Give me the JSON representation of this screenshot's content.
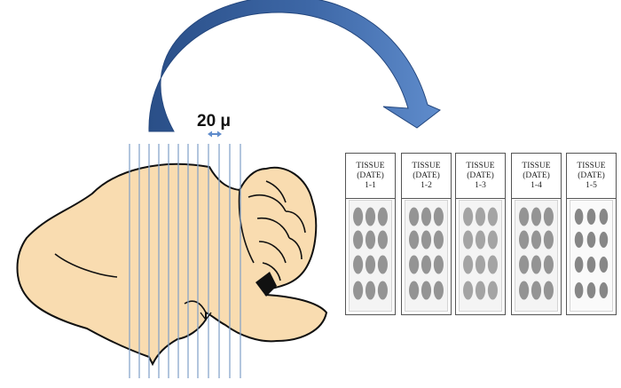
{
  "section_thickness": "20 μ",
  "slides": [
    {
      "line1": "TISSUE",
      "line2": "(DATE)",
      "line3": "1-1"
    },
    {
      "line1": "TISSUE",
      "line2": "(DATE)",
      "line3": "1-2"
    },
    {
      "line1": "TISSUE",
      "line2": "(DATE)",
      "line3": "1-3"
    },
    {
      "line1": "TISSUE",
      "line2": "(DATE)",
      "line3": "1-4"
    },
    {
      "line1": "TISSUE",
      "line2": "(DATE)",
      "line3": "1-5"
    }
  ],
  "colors": {
    "brain_fill": "#f9dcb0",
    "section_line": "#7f9fc7",
    "arrow_dark": "#2a4f88",
    "arrow_light": "#5f8ccc",
    "tissue": "#8a8a8a"
  }
}
